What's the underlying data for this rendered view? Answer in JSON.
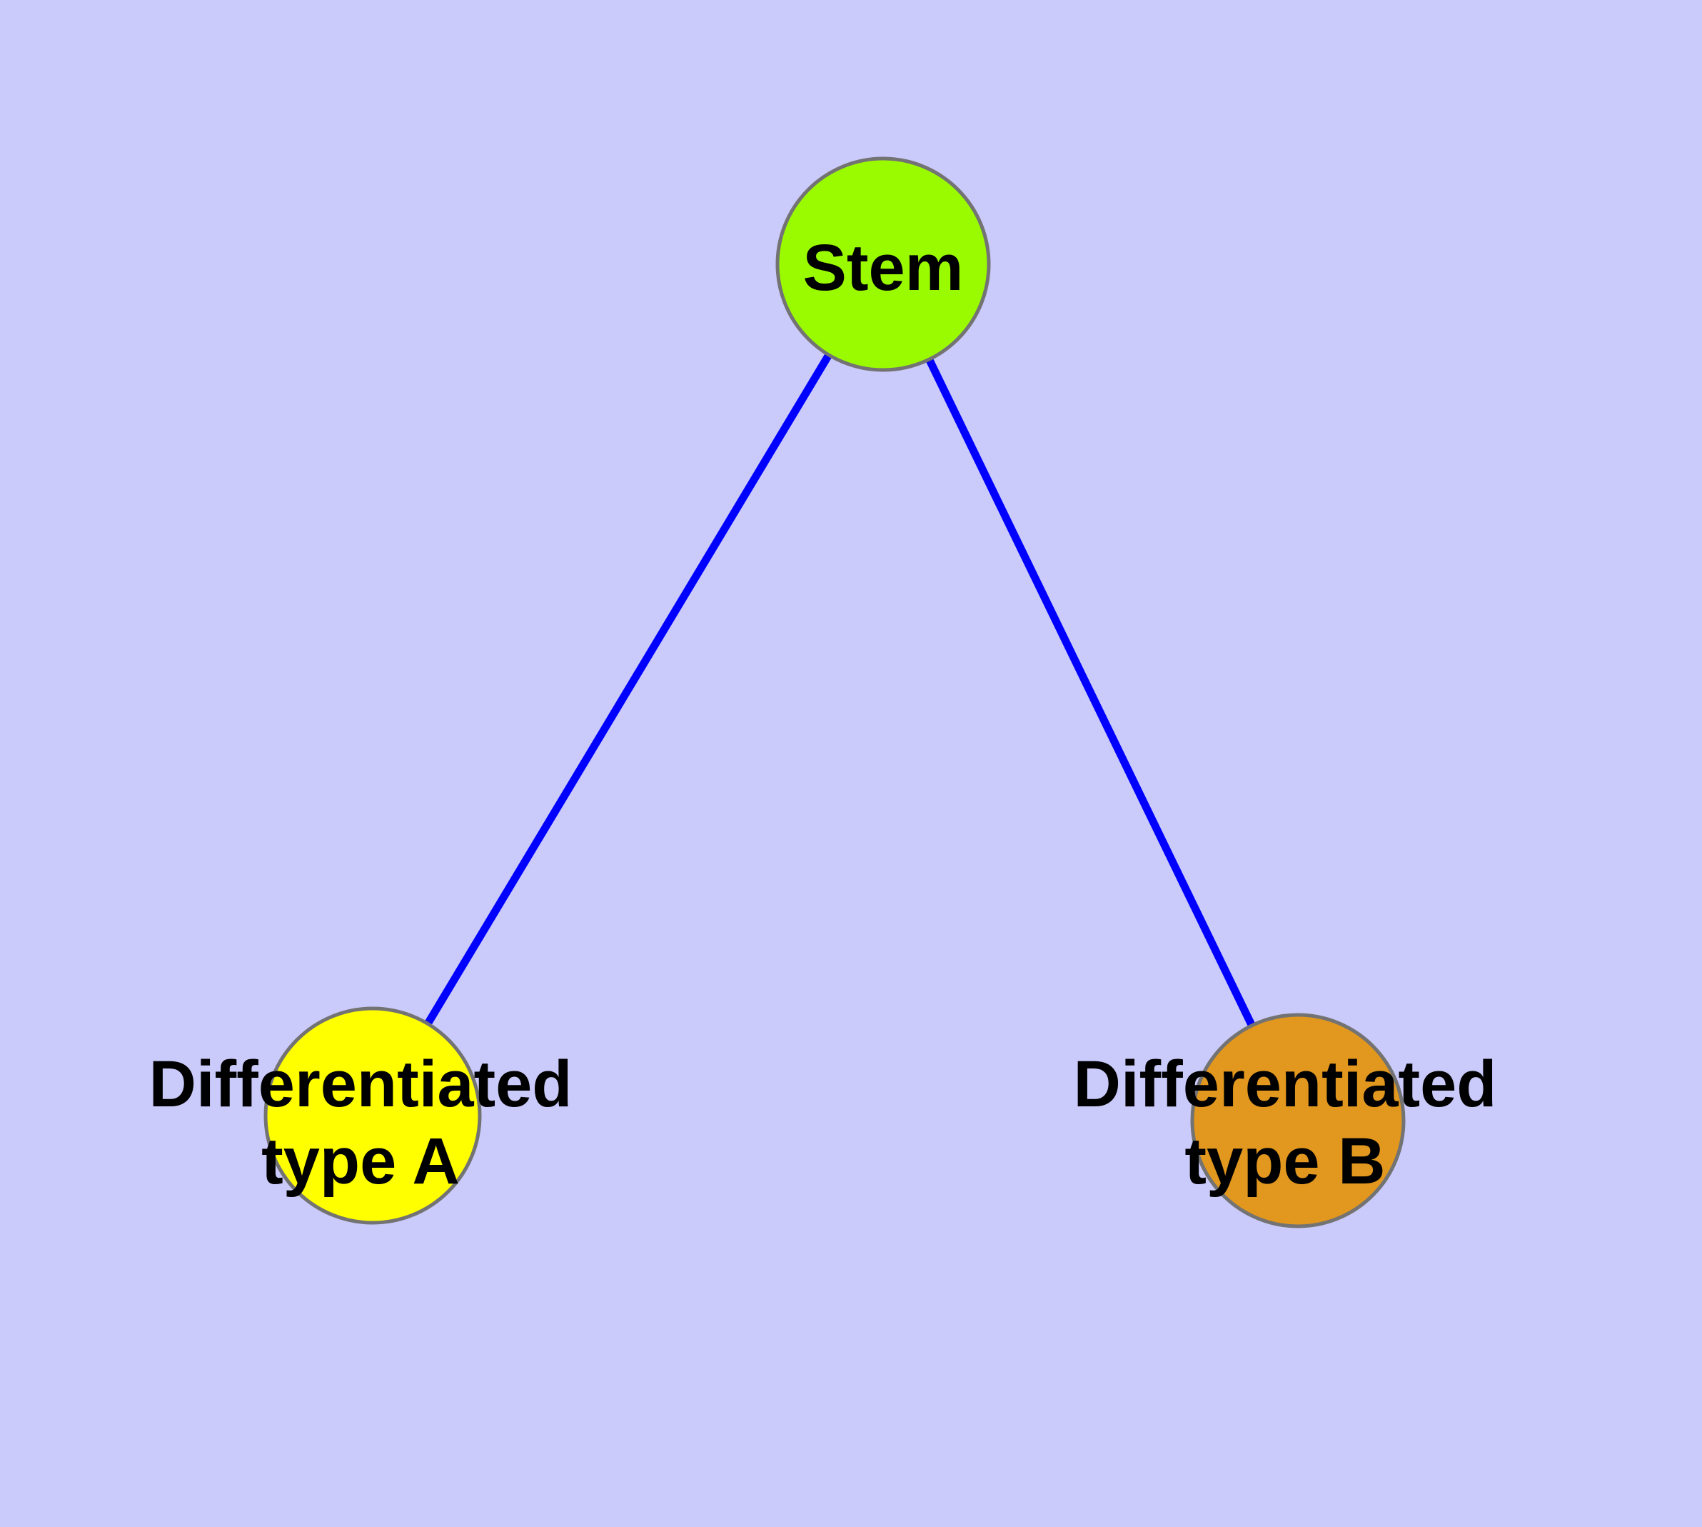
{
  "diagram": {
    "title": "",
    "background_color": "#cacafb",
    "edge_color": "#0000ff",
    "node_border_color": "#737373",
    "label_color": "#000000",
    "nodes": [
      {
        "id": "stem",
        "label": "Stem",
        "fill": "#9afb01"
      },
      {
        "id": "differentiated-type-a",
        "label_line1": "Differentiated",
        "label_line2": "type A",
        "fill": "#ffff00"
      },
      {
        "id": "differentiated-type-b",
        "label_line1": "Differentiated",
        "label_line2": "type B",
        "fill": "#e2971e"
      }
    ],
    "edges": [
      {
        "from": "Stem",
        "to": "Differentiated type A"
      },
      {
        "from": "Stem",
        "to": "Differentiated type B"
      }
    ]
  }
}
